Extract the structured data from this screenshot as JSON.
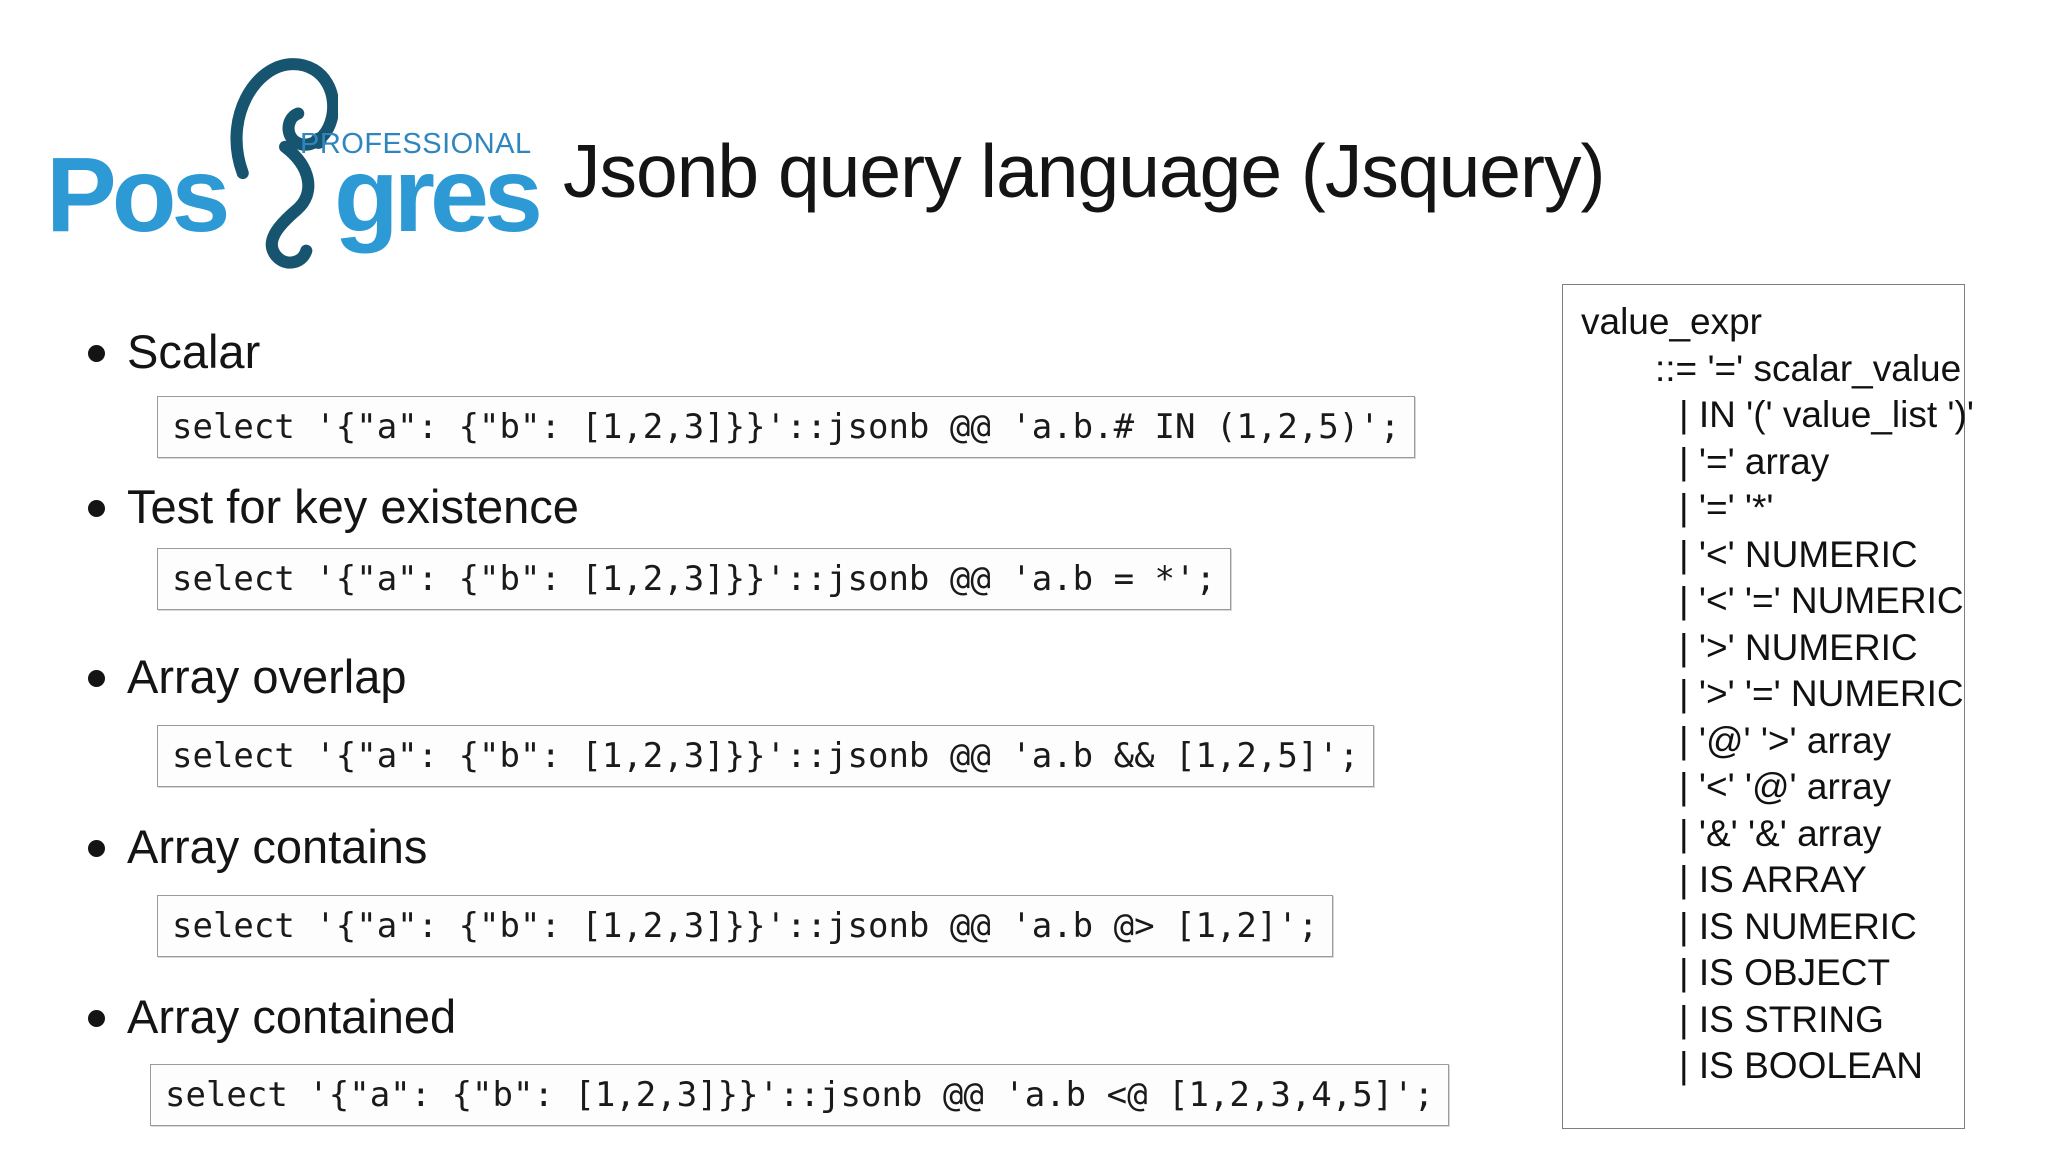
{
  "slide": {
    "title": "Jsonb query language (Jsquery)",
    "logo": {
      "brand_prefix": "Pos",
      "brand_suffix": "gres",
      "tagline": "PROFESSIONAL",
      "icon": "postgres-elephant-icon",
      "colors": {
        "brand_blue": "#2d9ad5",
        "tagline_blue": "#2f86be",
        "elephant_blue": "#17546f"
      }
    },
    "bullets": [
      {
        "label": "Scalar",
        "code": "select '{\"a\": {\"b\": [1,2,3]}}'::jsonb @@ 'a.b.# IN (1,2,5)';"
      },
      {
        "label": "Test for key existence",
        "code": "select '{\"a\": {\"b\": [1,2,3]}}'::jsonb @@ 'a.b = *';"
      },
      {
        "label": "Array overlap",
        "code": "select '{\"a\": {\"b\": [1,2,3]}}'::jsonb @@ 'a.b && [1,2,5]';"
      },
      {
        "label": "Array contains",
        "code": "select '{\"a\": {\"b\": [1,2,3]}}'::jsonb @@ 'a.b @> [1,2]';"
      },
      {
        "label": "Array contained",
        "code": "select '{\"a\": {\"b\": [1,2,3]}}'::jsonb @@ 'a.b <@ [1,2,3,4,5]';"
      }
    ],
    "grammar_panel": {
      "lines": [
        {
          "text": "value_expr"
        },
        {
          "text": "::= '=' scalar_value"
        },
        {
          "text": "| IN '(' value_list ')'"
        },
        {
          "text": "| '=' array"
        },
        {
          "text": "| '=' '*'"
        },
        {
          "text": "| '<' NUMERIC"
        },
        {
          "text": "| '<' '=' NUMERIC"
        },
        {
          "text": "| '>' NUMERIC"
        },
        {
          "text": "| '>' '=' NUMERIC"
        },
        {
          "text": "| '@' '>' array"
        },
        {
          "text": "| '<' '@' array"
        },
        {
          "text": "| '&' '&' array"
        },
        {
          "text": "| IS ARRAY"
        },
        {
          "text": "| IS NUMERIC"
        },
        {
          "text": "| IS OBJECT"
        },
        {
          "text": "| IS STRING"
        },
        {
          "text": "| IS BOOLEAN"
        }
      ]
    }
  }
}
